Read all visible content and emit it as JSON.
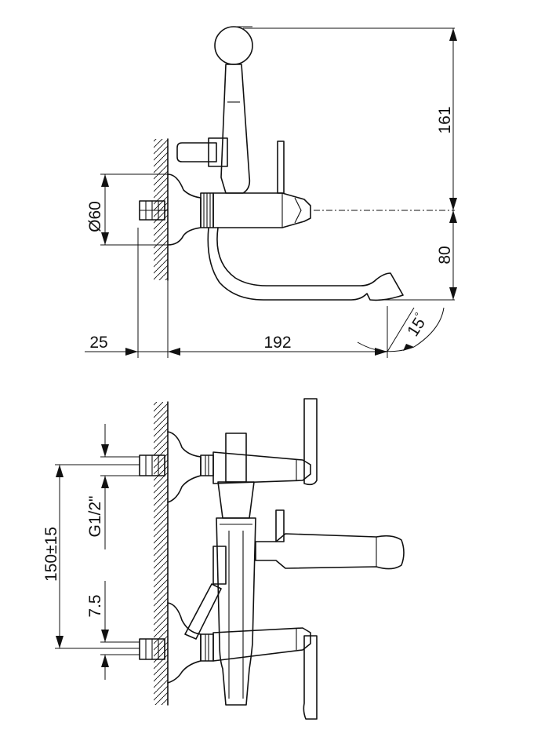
{
  "dimensions": {
    "top_height": "161",
    "spout_drop": "80",
    "diameter": "60",
    "diameter_symbol": "Ø",
    "wall_offset": "25",
    "projection": "192",
    "spout_angle": "15",
    "degree_symbol": "°",
    "inlet_spacing": "150±15",
    "thread": "G1/2\"",
    "eccentric": "7.5"
  }
}
